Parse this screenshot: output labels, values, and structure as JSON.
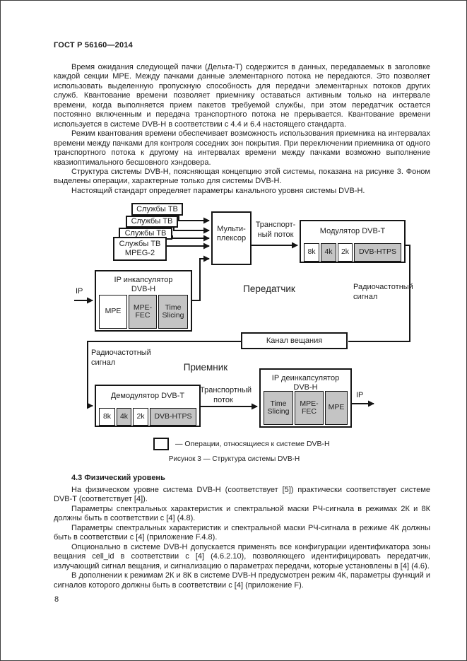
{
  "page": {
    "header": "ГОСТ Р 56160—2014",
    "page_number": "8"
  },
  "section1": {
    "paragraphs": [
      "Время ожидания следующей пачки (Дельта-Т) содержится в данных, передаваемых в заголовке каждой секции MPE. Между пачками данные элементарного потока не передаются. Это позволяет использовать выделенную пропускную способность для передачи элементарных потоков других служб. Квантование времени позволяет приемнику оставаться активным только на интервале времени, когда выполняется прием пакетов требуемой службы, при этом передатчик остается постоянно включенным и передача транспортного потока не прерывается. Квантование времени используется в системе DVB-H в соответствии с 4.4 и 6.4 настоящего стандарта.",
      "Режим квантования времени обеспечивает возможность использования приемника на интервалах времени между пачками для контроля соседних зон покрытия. При переключении приемника от одного транспортного потока к другому на интервалах времени между пачками возможно выполнение квазиоптимального бесшовного хэндовера.",
      "Структура системы DVB-H, поясняющая концепцию этой системы, показана на рисунке 3. Фоном выделены операции, характерные только для системы DVB-H.",
      "Настоящий стандарт определяет параметры канального уровня системы DVB-H."
    ]
  },
  "figure": {
    "caption": "Рисунок 3 — Структура системы DVB-H",
    "legend_text": "— Операции, относящиеся к системе DVB-H",
    "tv_service": "Службы ТВ",
    "tv_service_mpeg": [
      "Службы ТВ",
      "MPEG-2"
    ],
    "mux_label": [
      "Мульти-",
      "плексор"
    ],
    "transport_tx": [
      "Транспорт-",
      "ный поток"
    ],
    "transport_rx": [
      "Транспортный",
      "поток"
    ],
    "modulator_label": "Модулятор DVB-T",
    "demodulator_label": "Демодулятор DVB-T",
    "encapsulator_label": [
      "IP инкапсулятор",
      "DVB-H"
    ],
    "deencapsulator_label": [
      "IP деинкапсулятор",
      "DVB-H"
    ],
    "modes": {
      "m8k": "8k",
      "m4k": "4k",
      "m2k": "2k",
      "tps": "DVB-HTPS"
    },
    "mpe": "MPE",
    "mpe_fec": [
      "MPE-",
      "FEC"
    ],
    "time_slicing": [
      "Time",
      "Slicing"
    ],
    "transmitter": "Передатчик",
    "receiver": "Приемник",
    "rf_signal": [
      "Радиочастотный",
      "сигнал"
    ],
    "broadcast_channel": "Канал вещания",
    "ip_in": "IP",
    "ip_out": "IP"
  },
  "section2": {
    "heading": "4.3 Физический уровень",
    "paragraphs": [
      "На физическом уровне система DVB-H (соответствует [5]) практически соответствует системе DVB-T (соответствует [4]).",
      "Параметры спектральных характеристик и спектральной маски РЧ-сигнала в режимах 2К и 8К должны быть в соответствии с [4] (4.8).",
      "Параметры спектральных характеристик и спектральной маски РЧ-сигнала в режиме 4К должны быть в соответствии с [4] (приложение F.4.8).",
      "Опционально в системе DVB-H допускается применять все конфигурации идентификатора зоны вещания cell_id в соответствии с [4] (4.6.2.10), позволяющего идентифицировать передатчик, излучающий сигнал вещания, и сигнализацию о параметрах передачи, которые установлены в [4] (4.6).",
      "В дополнении к режимам 2К и 8К в системе DVB-H предусмотрен режим 4К, параметры функций и сигналов которого должны быть в соответствии с [4] (приложение F)."
    ]
  },
  "colors": {
    "shaded_box": "#c4c4c4",
    "ink": "#151515"
  }
}
